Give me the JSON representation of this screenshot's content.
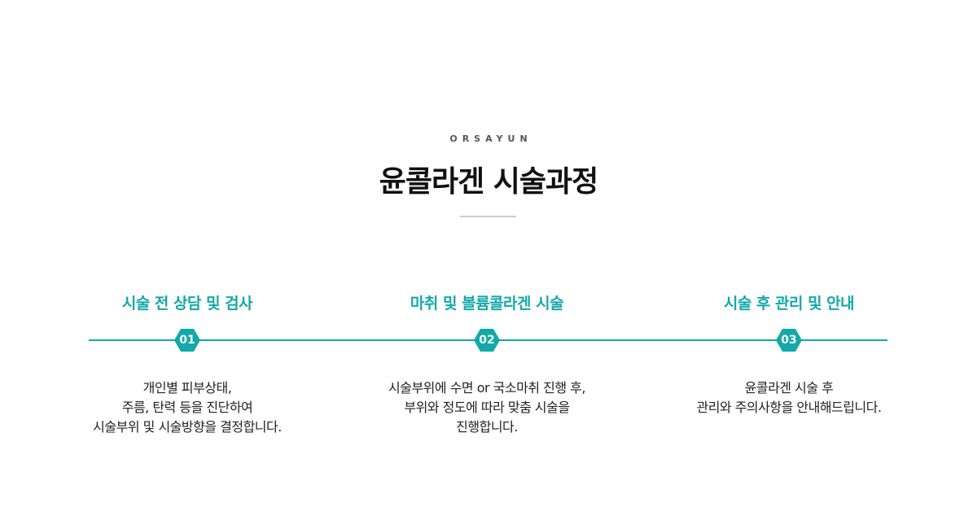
{
  "header": {
    "eyebrow": "ORSAYUN",
    "title": "윤콜라겐 시술과정"
  },
  "steps": [
    {
      "number": "01",
      "title": "시술 전 상담 및 검사",
      "lines": [
        "개인별 피부상태,",
        "주름, 탄력 등을 진단하여",
        "시술부위 및 시술방향을 결정합니다."
      ]
    },
    {
      "number": "02",
      "title": "마취 및 볼륨콜라겐 시술",
      "lines": [
        "시술부위에 수면 or 국소마취 진행 후,",
        "부위와 정도에 따라 맞춤 시술을",
        "진행합니다."
      ]
    },
    {
      "number": "03",
      "title": "시술 후 관리 및 안내",
      "lines": [
        "윤콜라겐 시술 후",
        "관리와 주의사항을 안내해드립니다."
      ]
    }
  ],
  "colors": {
    "accent": "#13a9a8"
  }
}
